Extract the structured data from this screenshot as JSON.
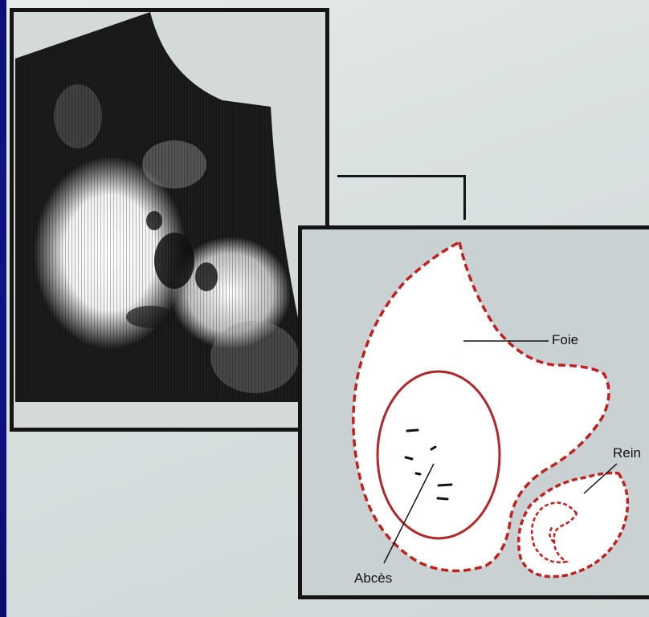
{
  "diagram": {
    "labels": {
      "foie": "Foie",
      "rein": "Rein",
      "abces": "Abcès"
    },
    "colors": {
      "background": "#13168f",
      "outline_dashed": "#c0201e",
      "frame": "#151515",
      "organ_fill": "#ffffff"
    }
  }
}
